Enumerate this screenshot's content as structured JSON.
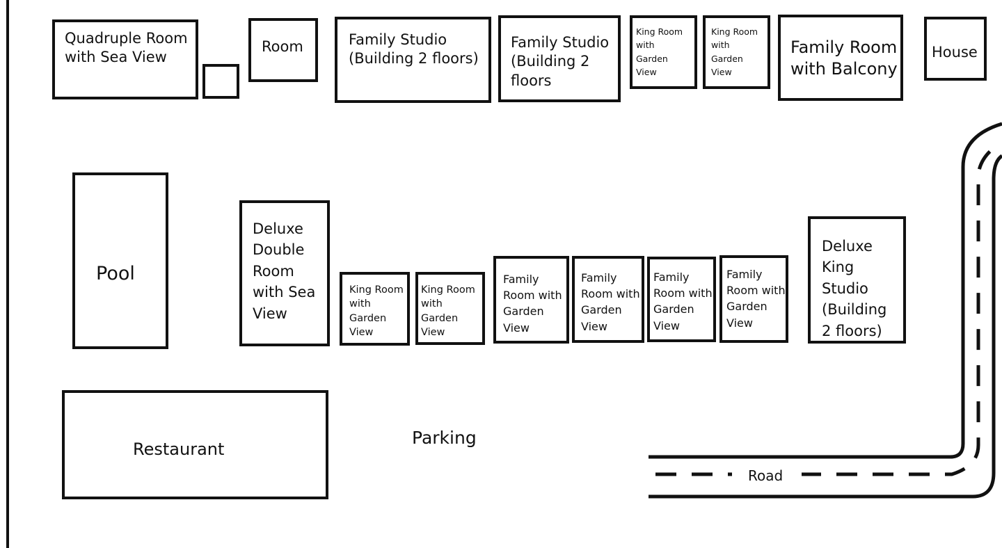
{
  "map": {
    "rooms_top": [
      {
        "id": "quadruple-sea",
        "label": "Quadruple Room\nwith Sea View"
      },
      {
        "id": "small-unlabeled",
        "label": ""
      },
      {
        "id": "room",
        "label": "Room"
      },
      {
        "id": "family-studio-1",
        "label": "Family Studio\n(Building 2 floors)"
      },
      {
        "id": "family-studio-2",
        "label": "Family Studio\n(Building 2\nfloors"
      },
      {
        "id": "king-garden-top-1",
        "label": "King Room\nwith\nGarden\nView"
      },
      {
        "id": "king-garden-top-2",
        "label": "King Room\nwith\nGarden\nView"
      },
      {
        "id": "family-balcony",
        "label": "Family Room\nwith Balcony"
      },
      {
        "id": "house",
        "label": "House"
      }
    ],
    "rooms_mid": [
      {
        "id": "pool",
        "label": "Pool"
      },
      {
        "id": "deluxe-double-sea",
        "label": "Deluxe\nDouble\nRoom\nwith Sea\nView"
      },
      {
        "id": "king-garden-mid-1",
        "label": "King Room\nwith\nGarden\nView"
      },
      {
        "id": "king-garden-mid-2",
        "label": "King Room\nwith\nGarden\nView"
      },
      {
        "id": "family-garden-1",
        "label": "Family\nRoom with\nGarden\nView"
      },
      {
        "id": "family-garden-2",
        "label": "Family\nRoom with\nGarden\nView"
      },
      {
        "id": "family-garden-3",
        "label": "Family\nRoom with\nGarden\nView"
      },
      {
        "id": "family-garden-4",
        "label": "Family\nRoom with\nGarden\nView"
      },
      {
        "id": "deluxe-king-studio",
        "label": "Deluxe\nKing\nStudio\n(Building\n2 floors)"
      }
    ],
    "restaurant": {
      "label": "Restaurant"
    },
    "parking": {
      "label": "Parking"
    },
    "road": {
      "label": "Road"
    }
  }
}
